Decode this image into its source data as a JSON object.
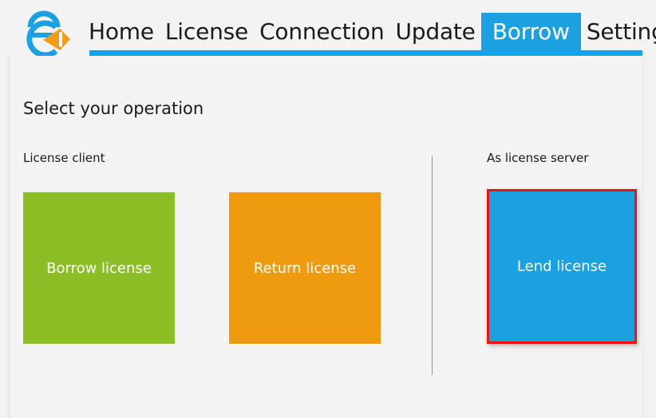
{
  "app": {
    "logo_icon": "padlock-tag-logo",
    "accent_color": "#1ba1e2",
    "background_color": "#f4f4f4"
  },
  "header": {
    "tabs": [
      {
        "id": "home",
        "label": "Home",
        "active": false
      },
      {
        "id": "license",
        "label": "License",
        "active": false
      },
      {
        "id": "connection",
        "label": "Connection",
        "active": false
      },
      {
        "id": "update",
        "label": "Update",
        "active": false
      },
      {
        "id": "borrow",
        "label": "Borrow",
        "active": true
      },
      {
        "id": "settings",
        "label": "Setting",
        "active": false
      }
    ]
  },
  "main": {
    "title": "Select your operation",
    "sections": {
      "client_label": "License client",
      "server_label": "As license server"
    },
    "tiles": [
      {
        "id": "borrow-license",
        "label": "Borrow license",
        "color": "#8cbf26",
        "selected": false
      },
      {
        "id": "return-license",
        "label": "Return license",
        "color": "#ef9b0f",
        "selected": false
      },
      {
        "id": "lend-license",
        "label": "Lend license",
        "color": "#1ba1e2",
        "selected": true,
        "selection_color": "#f60f0f"
      }
    ]
  }
}
